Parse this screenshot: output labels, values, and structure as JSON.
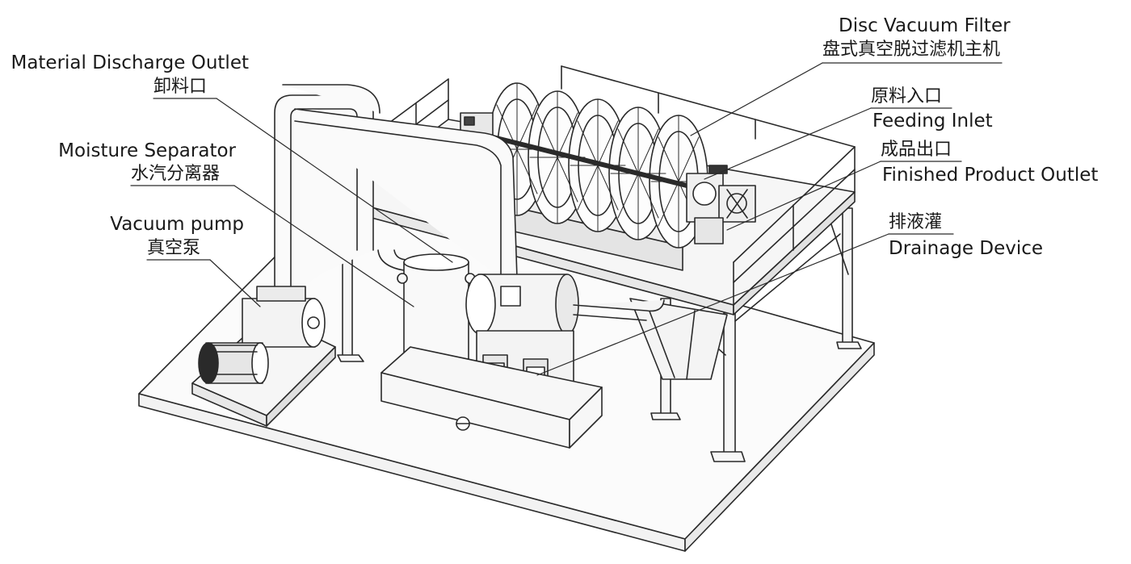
{
  "labels": {
    "material_discharge_en": "Material Discharge Outlet",
    "material_discharge_zh": "卸料口",
    "moisture_separator_en": "Moisture Separator",
    "moisture_separator_zh": "水汽分离器",
    "vacuum_pump_en": "Vacuum pump",
    "vacuum_pump_zh": "真空泵",
    "disc_filter_en": "Disc Vacuum Filter",
    "disc_filter_zh": "盘式真空脱过滤机主机",
    "feeding_inlet_zh": "原料入口",
    "feeding_inlet_en": "Feeding Inlet",
    "finished_outlet_zh": "成品出口",
    "finished_outlet_en": "Finished Product Outlet",
    "drainage_zh": "排液灌",
    "drainage_en": "Drainage Device"
  }
}
